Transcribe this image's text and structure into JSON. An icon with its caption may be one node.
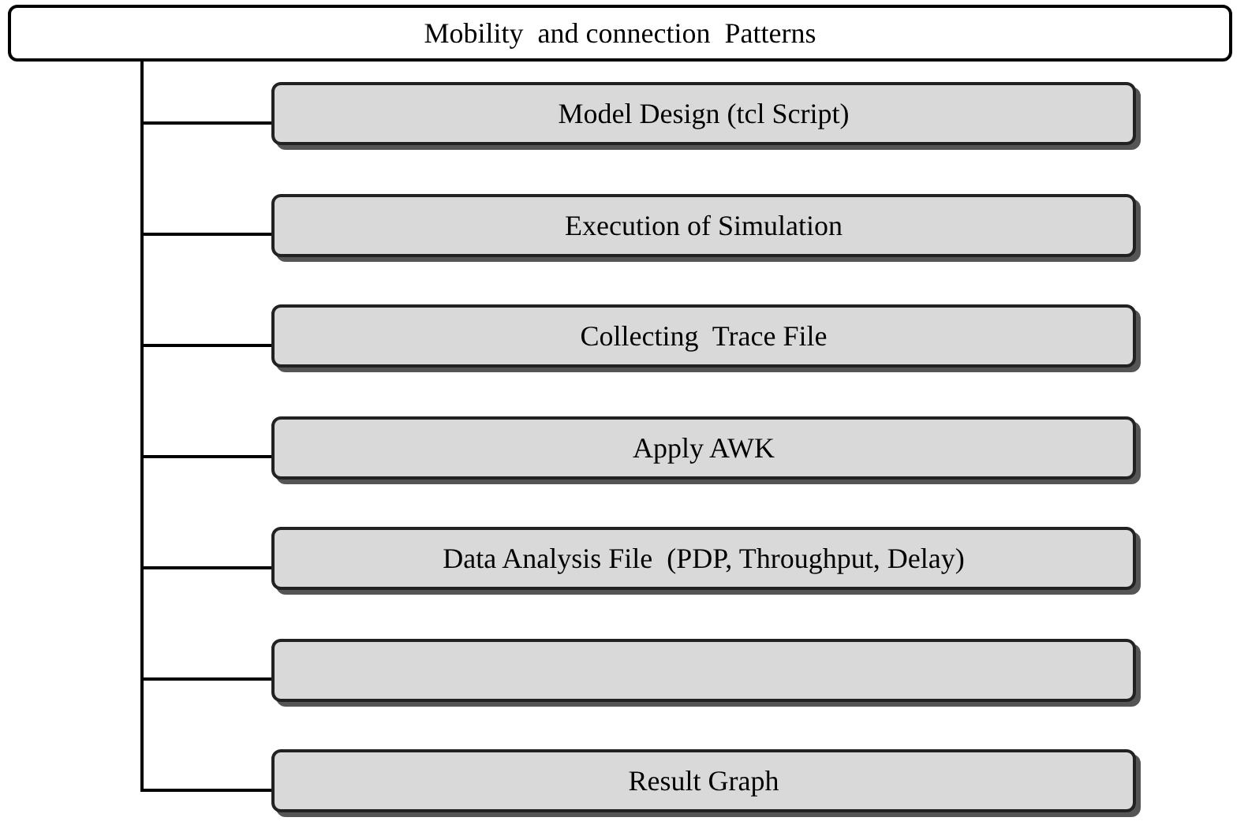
{
  "diagram": {
    "nodes": [
      {
        "text": [
          "Mobility  and connection  Patterns"
        ]
      },
      {
        "text": [
          "Model Design (tcl Script)"
        ]
      },
      {
        "text": [
          "Execution of Simulation"
        ]
      },
      {
        "text": [
          "Collecting  Trace File"
        ]
      },
      {
        "text": [
          "Apply AWK"
        ]
      },
      {
        "text": [
          "Data Analysis File  (PDP, Throughput, Delay)"
        ]
      },
      {
        "text": [],
        "shape": "box"
      },
      {
        "text": [
          "Result Graph"
        ]
      }
    ],
    "edges": [
      {
        "from": 0,
        "to": 1,
        "arrow": "none"
      },
      {
        "from": 0,
        "to": 2,
        "arrow": "none"
      },
      {
        "from": 0,
        "to": 3,
        "arrow": "none"
      },
      {
        "from": 0,
        "to": 4,
        "arrow": "none"
      },
      {
        "from": 0,
        "to": 5,
        "arrow": "none"
      },
      {
        "from": 0,
        "to": 6,
        "arrow": "none"
      },
      {
        "from": 0,
        "to": 7,
        "arrow": "none"
      }
    ]
  }
}
